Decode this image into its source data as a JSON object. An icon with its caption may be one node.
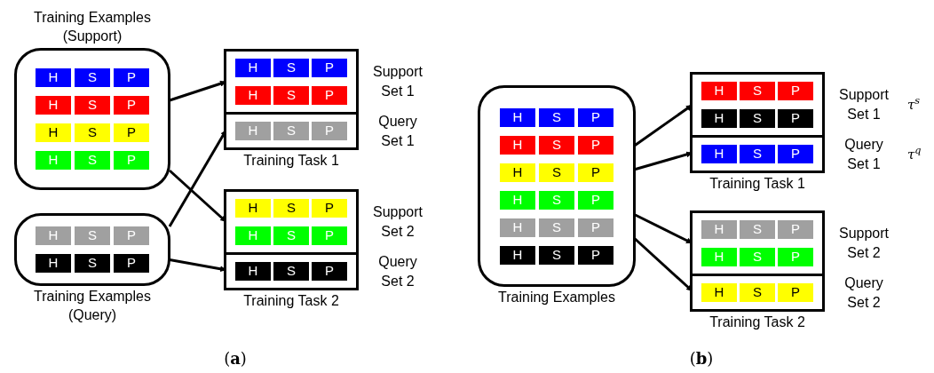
{
  "diagram": {
    "nodes": [
      {
        "text": [
          "Training Examples (Support)"
        ]
      },
      {
        "text": [
          "H"
        ],
        "in": 0
      },
      {
        "text": [
          "S"
        ],
        "in": 0
      },
      {
        "text": [
          "P"
        ],
        "in": 0
      },
      {
        "text": [
          "H"
        ],
        "in": 0
      },
      {
        "text": [
          "S"
        ],
        "in": 0
      },
      {
        "text": [
          "P"
        ],
        "in": 0
      },
      {
        "text": [
          "H"
        ],
        "in": 0
      },
      {
        "text": [
          "S"
        ],
        "in": 0
      },
      {
        "text": [
          "P"
        ],
        "in": 0
      },
      {
        "text": [
          "H"
        ],
        "in": 0
      },
      {
        "text": [
          "S"
        ],
        "in": 0
      },
      {
        "text": [
          "P"
        ],
        "in": 0
      },
      {
        "text": [
          "Training Examples (Query)"
        ]
      },
      {
        "text": [
          "H"
        ],
        "in": 13
      },
      {
        "text": [
          "S"
        ],
        "in": 13
      },
      {
        "text": [
          "P"
        ],
        "in": 13
      },
      {
        "text": [
          "H"
        ],
        "in": 13
      },
      {
        "text": [
          "S"
        ],
        "in": 13
      },
      {
        "text": [
          "P"
        ],
        "in": 13
      },
      {
        "text": [
          "Training Task 1"
        ]
      },
      {
        "text": [],
        "shape": "box",
        "in": 20,
        "beside": [
          "Support Set 1"
        ]
      },
      {
        "text": [
          "H"
        ],
        "in": 21
      },
      {
        "text": [
          "S"
        ],
        "in": 21
      },
      {
        "text": [
          "P"
        ],
        "in": 21
      },
      {
        "text": [
          "H"
        ],
        "in": 21
      },
      {
        "text": [
          "S"
        ],
        "in": 21
      },
      {
        "text": [
          "P"
        ],
        "in": 21
      },
      {
        "text": [],
        "shape": "box",
        "in": 20,
        "beside": [
          "Query Set 1"
        ]
      },
      {
        "text": [
          "H"
        ],
        "in": 28
      },
      {
        "text": [
          "S"
        ],
        "in": 28
      },
      {
        "text": [
          "P"
        ],
        "in": 28
      },
      {
        "text": [
          "Training Task 2"
        ]
      },
      {
        "text": [],
        "shape": "box",
        "in": 32,
        "beside": [
          "Support Set 2"
        ]
      },
      {
        "text": [
          "H"
        ],
        "in": 33
      },
      {
        "text": [
          "S"
        ],
        "in": 33
      },
      {
        "text": [
          "P"
        ],
        "in": 33
      },
      {
        "text": [
          "H"
        ],
        "in": 33
      },
      {
        "text": [
          "S"
        ],
        "in": 33
      },
      {
        "text": [
          "P"
        ],
        "in": 33
      },
      {
        "text": [],
        "shape": "box",
        "in": 32,
        "beside": [
          "Query Set 2"
        ]
      },
      {
        "text": [
          "H"
        ],
        "in": 40
      },
      {
        "text": [
          "S"
        ],
        "in": 40
      },
      {
        "text": [
          "P"
        ],
        "in": 40
      },
      {
        "text": [
          "Training Examples"
        ]
      },
      {
        "text": [
          "H"
        ],
        "in": 44
      },
      {
        "text": [
          "S"
        ],
        "in": 44
      },
      {
        "text": [
          "P"
        ],
        "in": 44
      },
      {
        "text": [
          "H"
        ],
        "in": 44
      },
      {
        "text": [
          "S"
        ],
        "in": 44
      },
      {
        "text": [
          "P"
        ],
        "in": 44
      },
      {
        "text": [
          "H"
        ],
        "in": 44
      },
      {
        "text": [
          "S"
        ],
        "in": 44
      },
      {
        "text": [
          "P"
        ],
        "in": 44
      },
      {
        "text": [
          "H"
        ],
        "in": 44
      },
      {
        "text": [
          "S"
        ],
        "in": 44
      },
      {
        "text": [
          "P"
        ],
        "in": 44
      },
      {
        "text": [
          "H"
        ],
        "in": 44
      },
      {
        "text": [
          "S"
        ],
        "in": 44
      },
      {
        "text": [
          "P"
        ],
        "in": 44
      },
      {
        "text": [
          "H"
        ],
        "in": 44
      },
      {
        "text": [
          "S"
        ],
        "in": 44
      },
      {
        "text": [
          "P"
        ],
        "in": 44
      },
      {
        "text": [
          "Training Task 1"
        ]
      },
      {
        "text": [],
        "shape": "box",
        "in": 63,
        "beside": [
          "Support Set 1",
          "τ$^{s}$"
        ]
      },
      {
        "text": [
          "H"
        ],
        "in": 64
      },
      {
        "text": [
          "S"
        ],
        "in": 64
      },
      {
        "text": [
          "P"
        ],
        "in": 64
      },
      {
        "text": [
          "H"
        ],
        "in": 64
      },
      {
        "text": [
          "S"
        ],
        "in": 64
      },
      {
        "text": [
          "P"
        ],
        "in": 64
      },
      {
        "text": [],
        "shape": "box",
        "in": 63,
        "beside": [
          "Query Set 1",
          "τ$^{q}$"
        ]
      },
      {
        "text": [
          "H"
        ],
        "in": 71
      },
      {
        "text": [
          "S"
        ],
        "in": 71
      },
      {
        "text": [
          "P"
        ],
        "in": 71
      },
      {
        "text": [
          "Training Task 2"
        ]
      },
      {
        "text": [],
        "shape": "box",
        "in": 75,
        "beside": [
          "Support Set 2"
        ]
      },
      {
        "text": [
          "H"
        ],
        "in": 76
      },
      {
        "text": [
          "S"
        ],
        "in": 76
      },
      {
        "text": [
          "P"
        ],
        "in": 76
      },
      {
        "text": [
          "H"
        ],
        "in": 76
      },
      {
        "text": [
          "S"
        ],
        "in": 76
      },
      {
        "text": [
          "P"
        ],
        "in": 76
      },
      {
        "text": [],
        "shape": "box",
        "in": 75,
        "beside": [
          "Query Set 2"
        ]
      },
      {
        "text": [
          "H"
        ],
        "in": 83
      },
      {
        "text": [
          "S"
        ],
        "in": 83
      },
      {
        "text": [
          "P"
        ],
        "in": 83
      }
    ],
    "edges": [
      {
        "from": 0,
        "to": 21,
        "arrow": "to"
      },
      {
        "from": 0,
        "to": 33,
        "arrow": "to"
      },
      {
        "from": 13,
        "to": 28,
        "arrow": "to"
      },
      {
        "from": 13,
        "to": 40,
        "arrow": "to"
      },
      {
        "from": 44,
        "to": 64,
        "arrow": "to"
      },
      {
        "from": 44,
        "to": 71,
        "arrow": "to"
      },
      {
        "from": 44,
        "to": 76,
        "arrow": "to"
      },
      {
        "from": 44,
        "to": 83,
        "arrow": "to"
      }
    ],
    "labels": [
      "(**a**)",
      "(**b**)"
    ]
  }
}
